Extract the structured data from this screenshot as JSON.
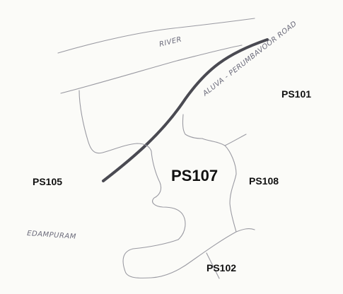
{
  "map": {
    "labels": {
      "river": "RIVER",
      "road": "ALUVA - PERUMBAVOOR ROAD",
      "locality": "EDAMPURAM"
    },
    "stations": {
      "ps101": "PS101",
      "ps105": "PS105",
      "ps107": "PS107",
      "ps108": "PS108",
      "ps102": "PS102"
    },
    "colors": {
      "paper": "#fbfbf8",
      "road": "#4a4a52",
      "boundary": "#9a9aa2",
      "text": "#111111"
    }
  }
}
